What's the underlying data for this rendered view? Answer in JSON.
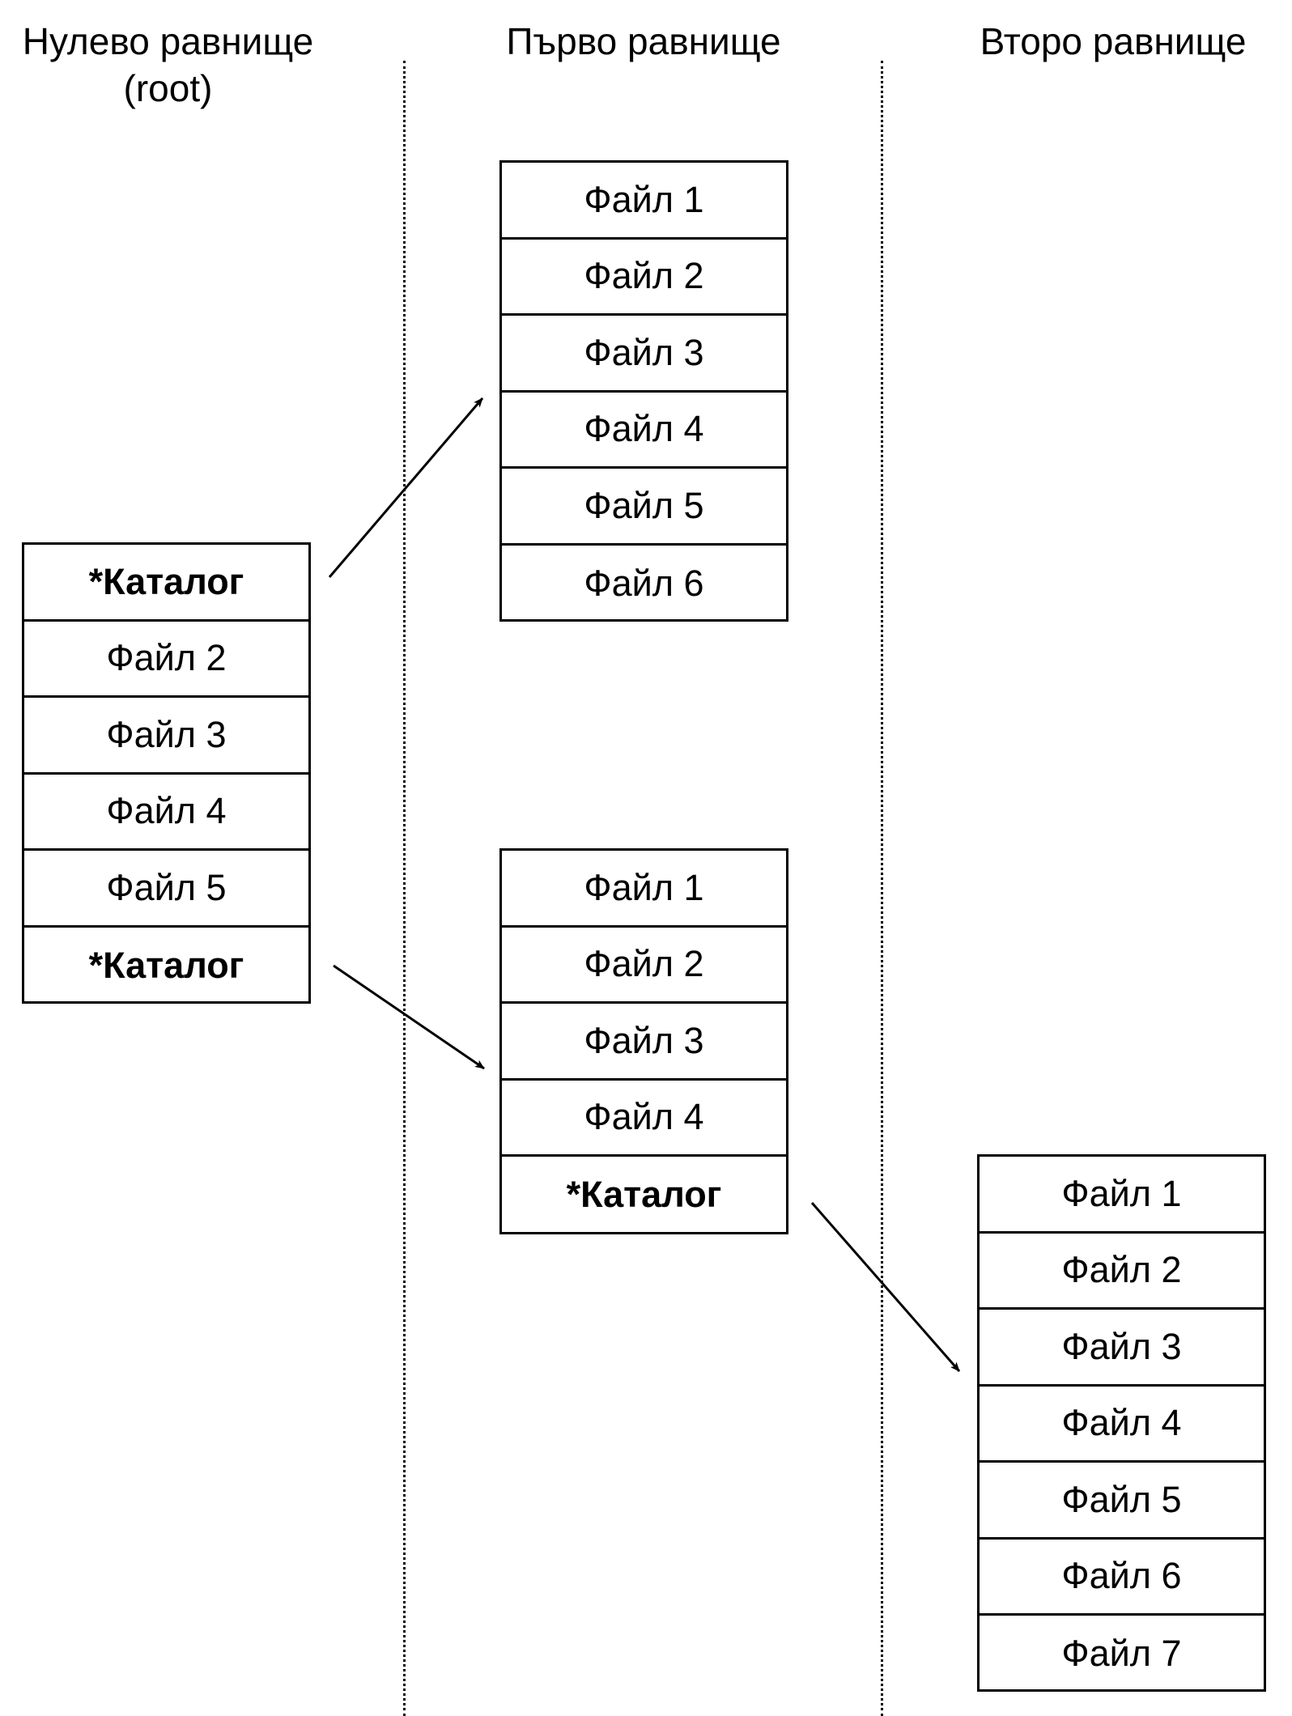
{
  "levels": [
    {
      "title_line1": "Нулево равнище",
      "title_line2": "(root)"
    },
    {
      "title_line1": "Първо равнище"
    },
    {
      "title_line1": "Второ равнище"
    }
  ],
  "tables": {
    "root": [
      {
        "label": "*Каталог",
        "is_directory": true
      },
      {
        "label": "Файл 2",
        "is_directory": false
      },
      {
        "label": "Файл 3",
        "is_directory": false
      },
      {
        "label": "Файл 4",
        "is_directory": false
      },
      {
        "label": "Файл 5",
        "is_directory": false
      },
      {
        "label": "*Каталог",
        "is_directory": true
      }
    ],
    "level1_a": [
      {
        "label": "Файл 1",
        "is_directory": false
      },
      {
        "label": "Файл 2",
        "is_directory": false
      },
      {
        "label": "Файл 3",
        "is_directory": false
      },
      {
        "label": "Файл 4",
        "is_directory": false
      },
      {
        "label": "Файл 5",
        "is_directory": false
      },
      {
        "label": "Файл 6",
        "is_directory": false
      }
    ],
    "level1_b": [
      {
        "label": "Файл 1",
        "is_directory": false
      },
      {
        "label": "Файл 2",
        "is_directory": false
      },
      {
        "label": "Файл 3",
        "is_directory": false
      },
      {
        "label": "Файл 4",
        "is_directory": false
      },
      {
        "label": "*Каталог",
        "is_directory": true
      }
    ],
    "level2": [
      {
        "label": "Файл 1",
        "is_directory": false
      },
      {
        "label": "Файл 2",
        "is_directory": false
      },
      {
        "label": "Файл 3",
        "is_directory": false
      },
      {
        "label": "Файл 4",
        "is_directory": false
      },
      {
        "label": "Файл 5",
        "is_directory": false
      },
      {
        "label": "Файл 6",
        "is_directory": false
      },
      {
        "label": "Файл 7",
        "is_directory": false
      }
    ]
  },
  "links": [
    {
      "from": "root[0]",
      "to": "level1_a"
    },
    {
      "from": "root[5]",
      "to": "level1_b"
    },
    {
      "from": "level1_b[4]",
      "to": "level2"
    }
  ]
}
